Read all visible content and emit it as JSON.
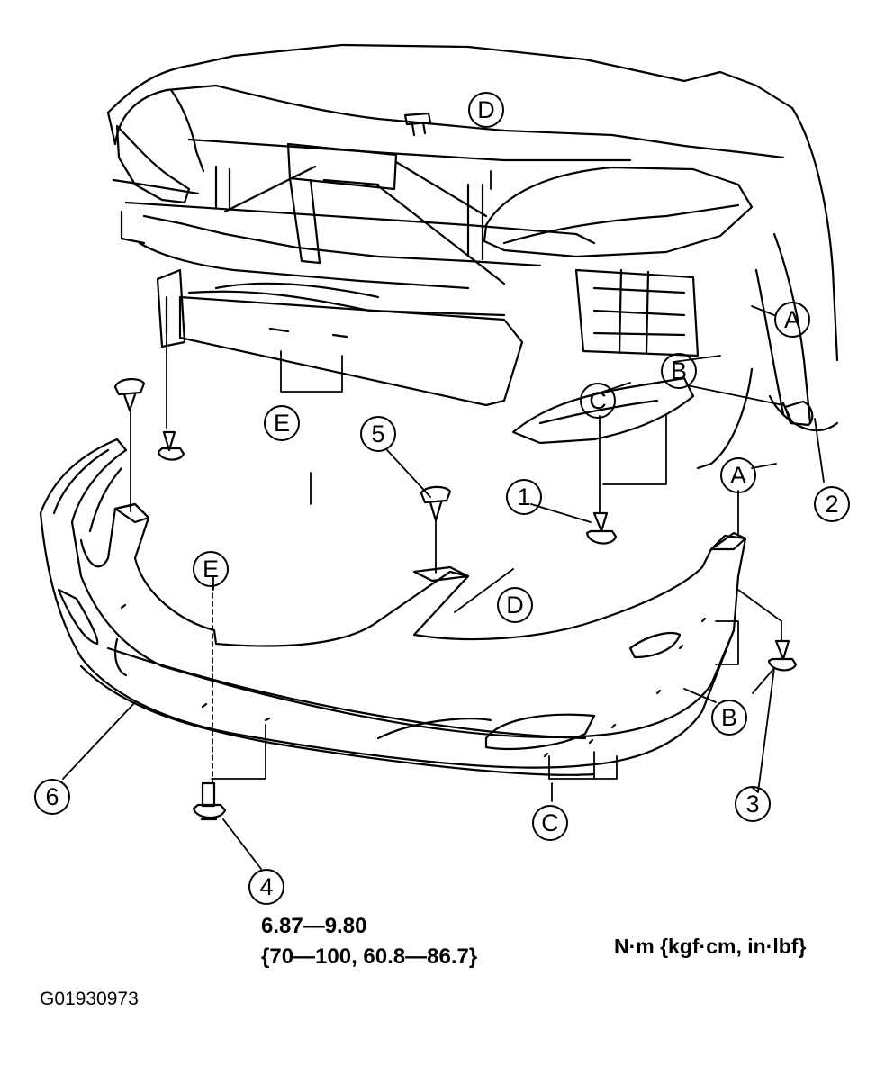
{
  "diagram": {
    "callouts": [
      {
        "id": "1",
        "text": "1"
      },
      {
        "id": "2",
        "text": "2"
      },
      {
        "id": "3",
        "text": "3"
      },
      {
        "id": "4",
        "text": "4"
      },
      {
        "id": "5",
        "text": "5"
      },
      {
        "id": "6",
        "text": "6"
      },
      {
        "id": "A1",
        "text": "A"
      },
      {
        "id": "A2",
        "text": "A"
      },
      {
        "id": "B1",
        "text": "B"
      },
      {
        "id": "B2",
        "text": "B"
      },
      {
        "id": "C1",
        "text": "C"
      },
      {
        "id": "C2",
        "text": "C"
      },
      {
        "id": "D1",
        "text": "D"
      },
      {
        "id": "D2",
        "text": "D"
      },
      {
        "id": "E1",
        "text": "E"
      },
      {
        "id": "E2",
        "text": "E"
      }
    ],
    "torque_spec_line1": "6.87—9.80",
    "torque_spec_line2": "{70—100, 60.8—86.7}",
    "units": "N·m {kgf·cm,  in·lbf}",
    "figure_id": "G01930973"
  }
}
